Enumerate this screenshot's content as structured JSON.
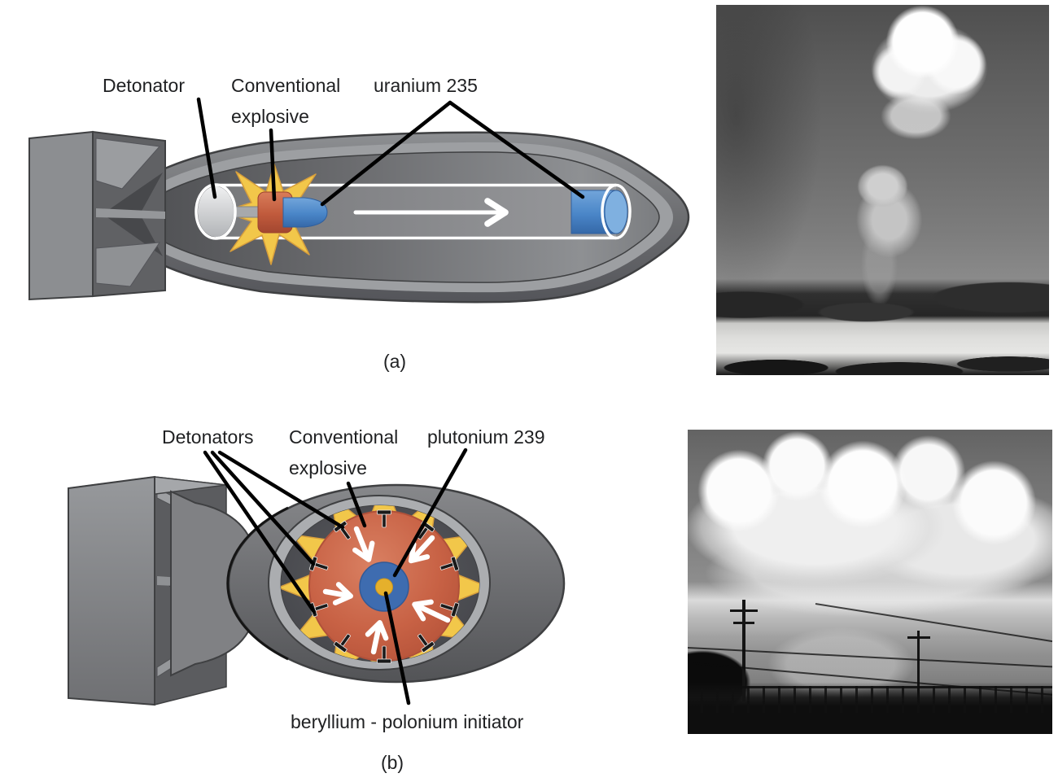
{
  "figure": {
    "panel_a": {
      "tag": "(a)",
      "labels": {
        "detonator": "Detonator",
        "conventional_explosive": "Conventional explosive",
        "uranium": "uranium 235"
      }
    },
    "panel_b": {
      "tag": "(b)",
      "labels": {
        "detonators": "Detonators",
        "conventional_explosive": "Conventional explosive",
        "plutonium": "plutonium 239",
        "initiator": "beryllium - polonium initiator"
      }
    }
  },
  "colors": {
    "background": "#ffffff",
    "label_text": "#1f2022",
    "leader_line": "#000000",
    "casing": "#6a6b6e",
    "casing_light": "#9d9fa2",
    "casing_dark": "#55565a",
    "casing_outline": "#3f4042",
    "interior": "#4e4f53",
    "ring": "#abadb0",
    "explosive_orange": "#c45f41",
    "starburst_yellow": "#f2c74a",
    "uranium_blue": "#4a86c8",
    "plutonium_blue": "#3e6cb0",
    "initiator_yellow": "#e5b02c",
    "tube_outline": "#ffffff"
  }
}
